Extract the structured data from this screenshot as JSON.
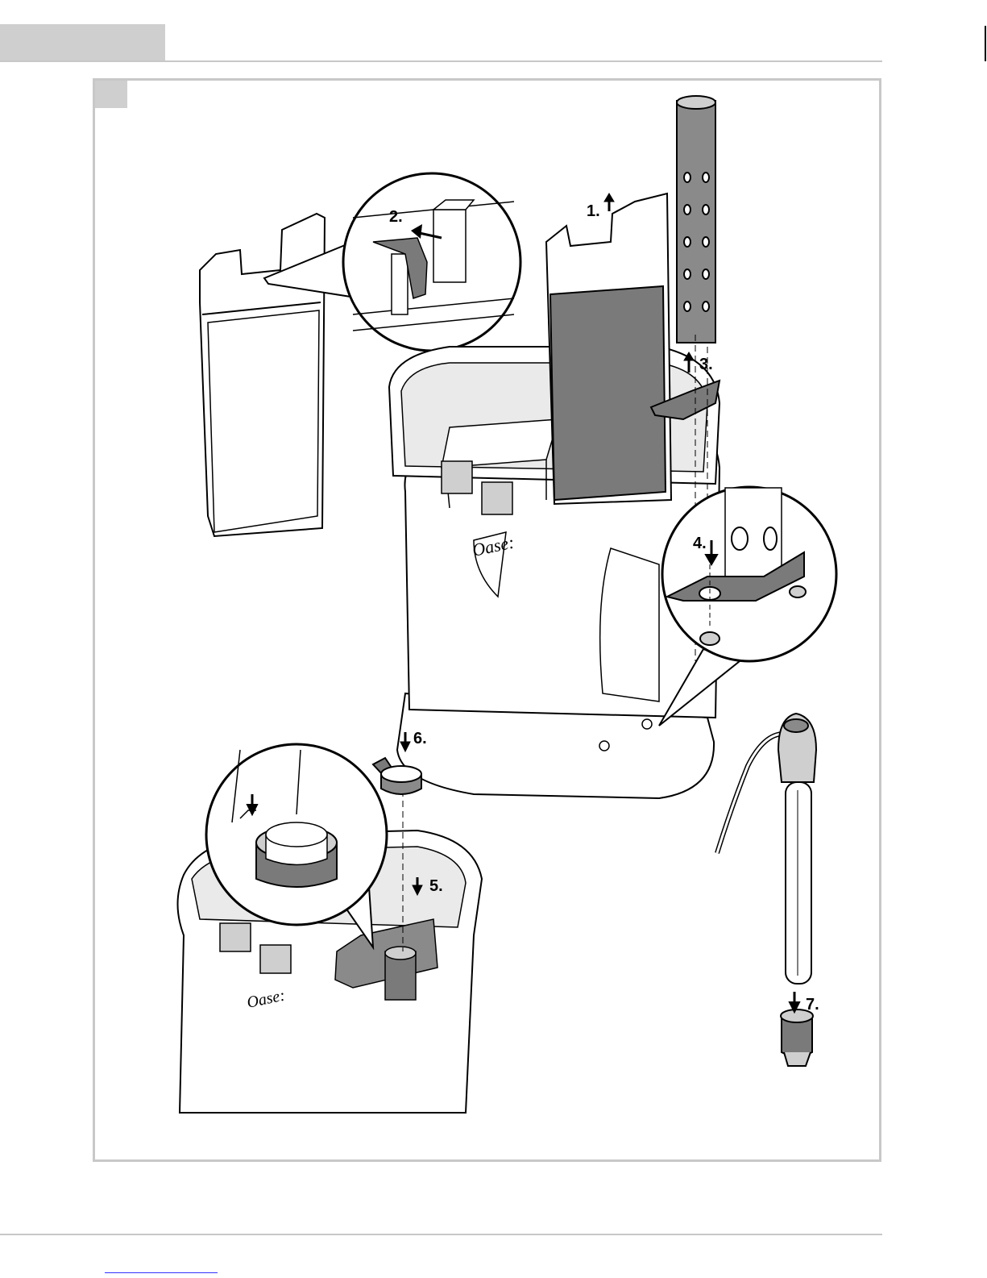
{
  "steps": {
    "s1": "1.",
    "s2": "2.",
    "s3": "3.",
    "s4": "4.",
    "s5": "5.",
    "s6": "6.",
    "s7": "7."
  },
  "brand": {
    "logo_top": "Oase:",
    "logo_bottom": "Oase:"
  },
  "colors": {
    "panel_grey": "#cfcfcf",
    "rule_grey": "#c8c8c8",
    "part_dark": "#7a7a7a",
    "line": "#000000"
  }
}
